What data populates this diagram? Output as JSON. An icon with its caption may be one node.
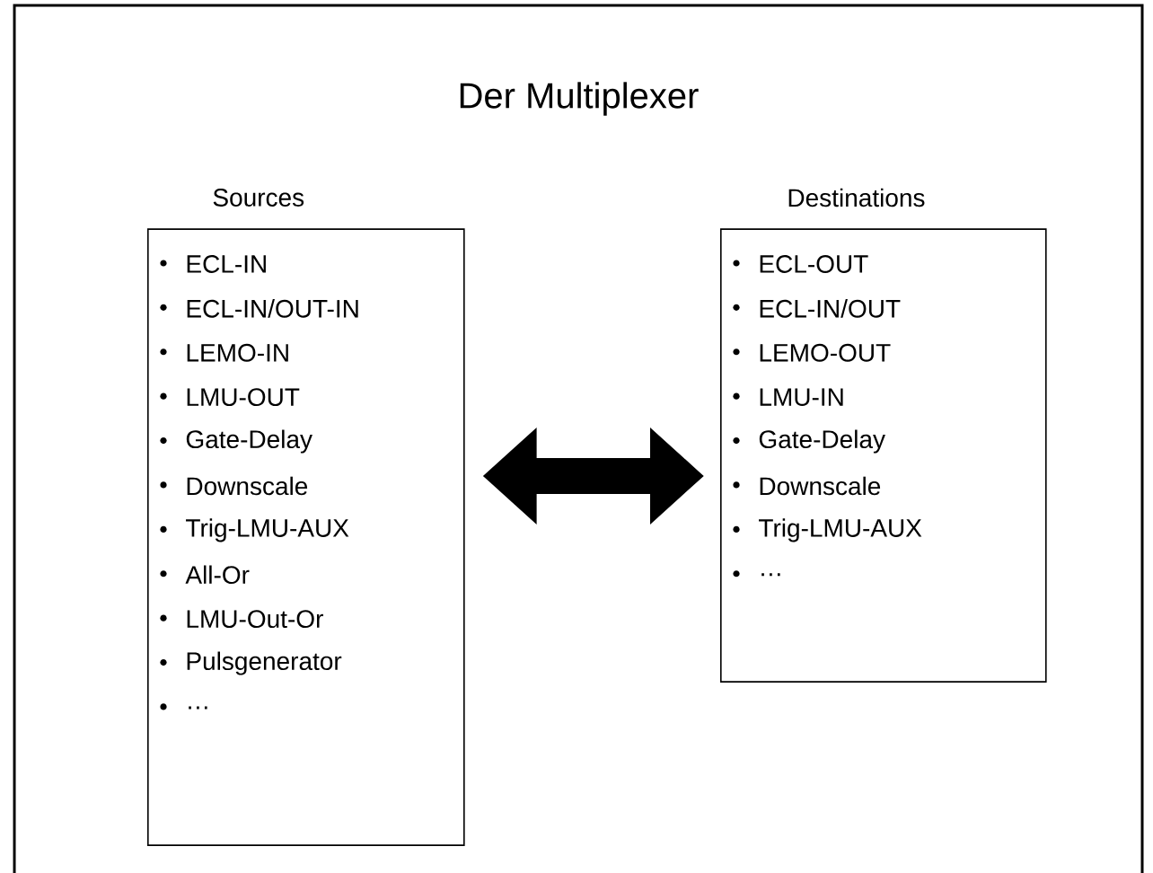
{
  "diagram": {
    "title": "Der Multiplexer",
    "nodes": [
      {
        "text": [
          "Sources",
          "ECL-IN",
          "ECL-IN/OUT-IN",
          "LEMO-IN",
          "LMU-OUT",
          "Gate-Delay",
          "Downscale",
          "Trig-LMU-AUX",
          "All-Or",
          "LMU-Out-Or",
          "Pulsgenerator",
          "…"
        ]
      },
      {
        "text": [
          "Destinations",
          "ECL-OUT",
          "ECL-IN/OUT",
          "LEMO-OUT",
          "LMU-IN",
          "Gate-Delay",
          "Downscale",
          "Trig-LMU-AUX",
          "…"
        ]
      }
    ],
    "edges": [
      {
        "from": 0,
        "to": 1,
        "arrow": "both"
      }
    ]
  }
}
